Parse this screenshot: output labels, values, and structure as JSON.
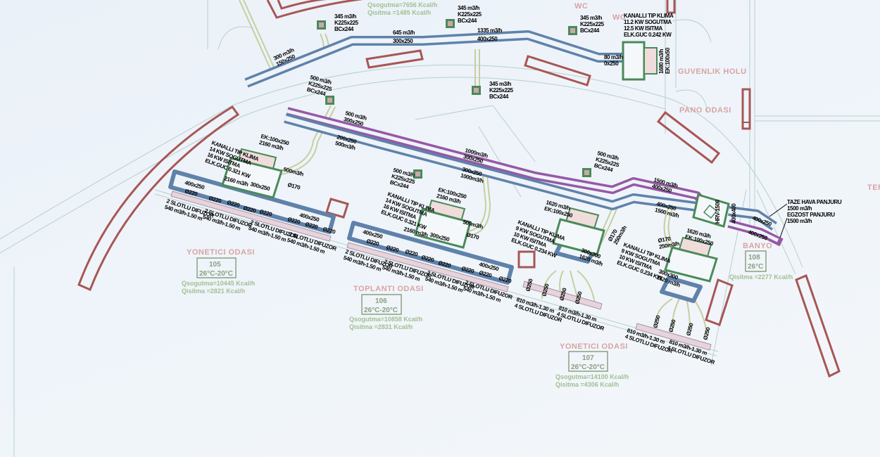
{
  "rooms": {
    "r105": {
      "name": "YONETICI ODASI",
      "number": "105",
      "temp": "26°C-20°C",
      "cooling": "Qsogutma=10445 Kcal/h",
      "heating": "Qisitma  =2821 Kcal/h"
    },
    "r106": {
      "name": "TOPLANTI ODASI",
      "number": "106",
      "temp": "26°C-20°C",
      "cooling": "Qsogutma=10858 Kcal/h",
      "heating": "Qisitma  =2831 Kcal/h"
    },
    "r107": {
      "name": "YONETICI ODASI",
      "number": "107",
      "temp": "26°C-20°C",
      "cooling": "Qsogutma=14100 Kcal/h",
      "heating": "Qisitma  =4306 Kcal/h"
    },
    "r108": {
      "name": "BANYO",
      "number": "108",
      "temp": "26°C",
      "heating": "Qisitma  =2277 Kcal/h"
    },
    "top": {
      "cooling": "Qsogutma=7656 Kcal/h",
      "heating": "Qisitma  =1485 Kcal/h"
    },
    "wc1": "WC",
    "wc2": "WC",
    "guvenlik": "GUVENLIK HOLU",
    "pano": "PANO ODASI",
    "ter": "TER"
  },
  "units": {
    "big": [
      "KANALLI TIP KLIMA",
      "14 KW SOGUTMA",
      "16 KW ISITMA",
      "ELK.GUC 0.321 KW"
    ],
    "big_coil": [
      "EK:100x250",
      "2160 m3/h"
    ],
    "big_flow": "2160 m3/h",
    "big_neck": "300x250",
    "big_fresh": "500m3/h",
    "big_fresh_d": "Ø170",
    "small": [
      "KANALLI TIP KLIMA",
      "9 KW SOGUTMA",
      "10 KW ISITMA",
      "ELK.GUC 0.234 KW"
    ],
    "small_coil": [
      "1620 m3/h",
      "EK:100x250"
    ],
    "small_neck": [
      "300x300",
      "1620 m3/h"
    ],
    "small_fresh": [
      "Ø170",
      "250m3/h"
    ],
    "top": [
      "KANALLI TIP KLIMA",
      "11.2 KW SOGUTMA",
      "12.5 KW ISITMA",
      "ELK.GUC 0.242 KW"
    ],
    "top_coil": [
      "1680 m3/h",
      "EK:100x50"
    ],
    "top_flow": [
      "80 m3/h",
      "0x250"
    ]
  },
  "diffusers": {
    "slot2": [
      "2 SLOTLU DIFUZOR",
      "540 m3/h-1.50 m"
    ],
    "slot4": [
      "810 m3/h-1.30 m",
      "4 SLOTLU DIFUZOR"
    ],
    "d220": "Ø220",
    "d250": "Ø250",
    "loop": "400x250"
  },
  "grilles": {
    "g345": [
      "345 m3/h",
      "K225x225",
      "BCx244"
    ],
    "g500": [
      "500 m3/h",
      "K225x225",
      "BCx244"
    ]
  },
  "ducts": {
    "a": [
      "300 m3/h",
      "150x250"
    ],
    "b": [
      "645 m3/h",
      "300x250"
    ],
    "c": [
      "1335 m3/h",
      "400x250"
    ],
    "d": [
      "500 m3/h",
      "300x250"
    ],
    "e": [
      "200x250",
      "500m3/h"
    ],
    "f": [
      "1000m3/h",
      "300x250"
    ],
    "g": [
      "300x250",
      "1000m3/h"
    ],
    "h": [
      "1500 m3/h",
      "400x250"
    ],
    "i": [
      "400x250",
      "1500 m3/h"
    ],
    "hrv": "HRV-1500",
    "plenum": "400x400",
    "out1": "400x250",
    "out2": "400x250"
  },
  "louvers": [
    "TAZE HAVA PANJURU",
    "1500 m3/h",
    "EGZOST PANJURU",
    "1500 m3/h"
  ]
}
